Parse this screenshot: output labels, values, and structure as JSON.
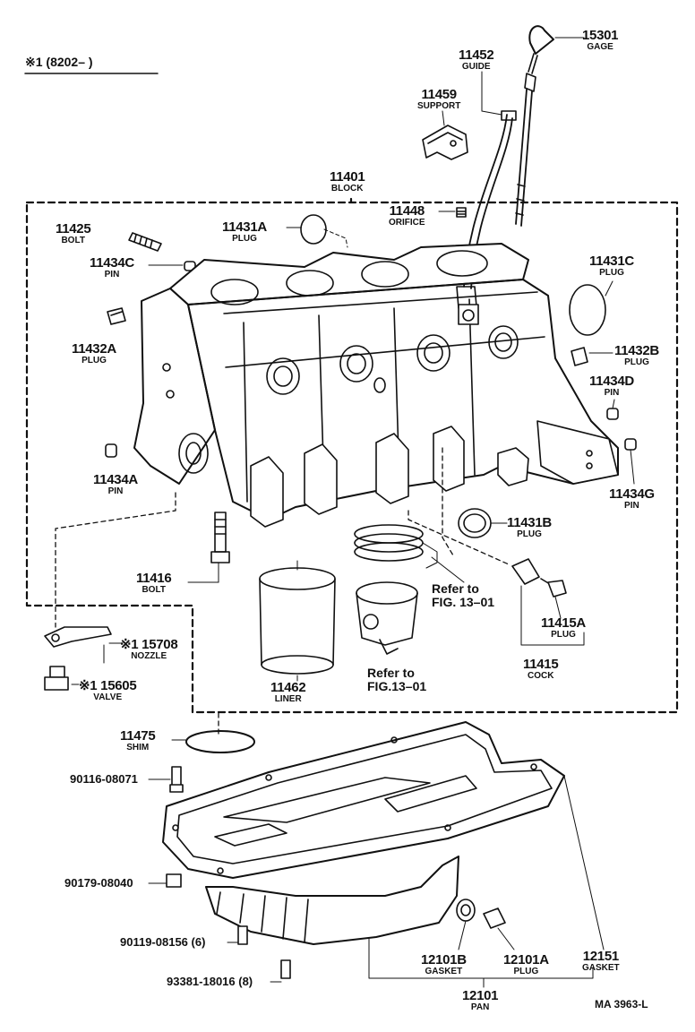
{
  "header_note": "※1 (8202–      )",
  "labels": {
    "gage": {
      "num": "15301",
      "name": "GAGE"
    },
    "guide": {
      "num": "11452",
      "name": "GUIDE"
    },
    "support": {
      "num": "11459",
      "name": "SUPPORT"
    },
    "block": {
      "num": "11401",
      "name": "BLOCK"
    },
    "orifice": {
      "num": "11448",
      "name": "ORIFICE"
    },
    "bolt_top": {
      "num": "11425",
      "name": "BOLT"
    },
    "plug_a": {
      "num": "11431A",
      "name": "PLUG"
    },
    "pin_c": {
      "num": "11434C",
      "name": "PIN"
    },
    "plug_c": {
      "num": "11431C",
      "name": "PLUG"
    },
    "plug_32a": {
      "num": "11432A",
      "name": "PLUG"
    },
    "plug_32b": {
      "num": "11432B",
      "name": "PLUG"
    },
    "pin_d": {
      "num": "11434D",
      "name": "PIN"
    },
    "pin_a": {
      "num": "11434A",
      "name": "PIN"
    },
    "pin_g": {
      "num": "11434G",
      "name": "PIN"
    },
    "plug_b": {
      "num": "11431B",
      "name": "PLUG"
    },
    "bolt": {
      "num": "11416",
      "name": "BOLT"
    },
    "plug_15a": {
      "num": "11415A",
      "name": "PLUG"
    },
    "cock": {
      "num": "11415",
      "name": "COCK"
    },
    "nozzle": {
      "num": "※1 15708",
      "name": "NOZZLE"
    },
    "valve": {
      "num": "※1 15605",
      "name": "VALVE"
    },
    "liner": {
      "num": "11462",
      "name": "LINER"
    },
    "shim": {
      "num": "11475",
      "name": "SHIM"
    },
    "gasket_b": {
      "num": "12101B",
      "name": "GASKET"
    },
    "plug_12a": {
      "num": "12101A",
      "name": "PLUG"
    },
    "gasket": {
      "num": "12151",
      "name": "GASKET"
    },
    "pan": {
      "num": "12101",
      "name": "PAN"
    }
  },
  "refs": {
    "ring_ref": "Refer to\nFIG. 13–01",
    "piston_ref": "Refer to\nFIG.13–01"
  },
  "part_numbers": {
    "p1": "90116-08071",
    "p2": "90179-08040",
    "p3": "90119-08156 (6)",
    "p4": "93381-18016 (8)"
  },
  "figure_code": "MA  3963-L"
}
